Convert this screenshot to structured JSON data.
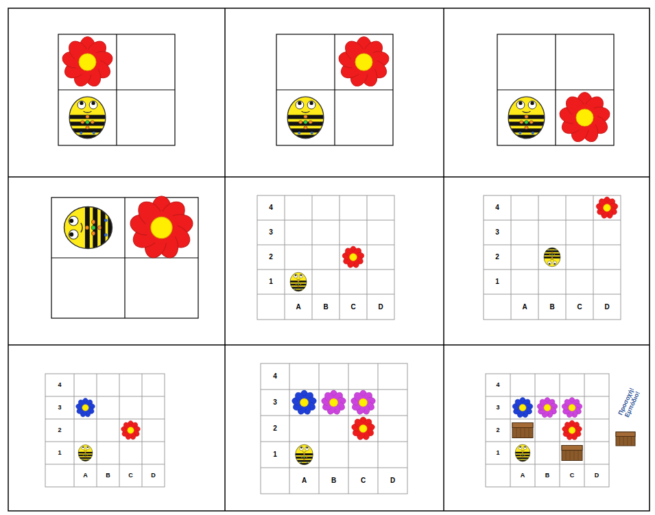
{
  "diagram": {
    "labels": [
      "4",
      "3",
      "2",
      "1",
      "A",
      "B",
      "C",
      "D",
      "4",
      "3",
      "2",
      "1",
      "A",
      "B",
      "C",
      "D",
      "4",
      "3",
      "2",
      "1",
      "A",
      "B",
      "C",
      "D",
      "4",
      "3",
      "2",
      "1",
      "A",
      "B",
      "C",
      "D",
      "4",
      "3",
      "2",
      "1",
      "A",
      "B",
      "C",
      "D",
      "Προσοχή! Εμπόδιο!"
    ]
  }
}
